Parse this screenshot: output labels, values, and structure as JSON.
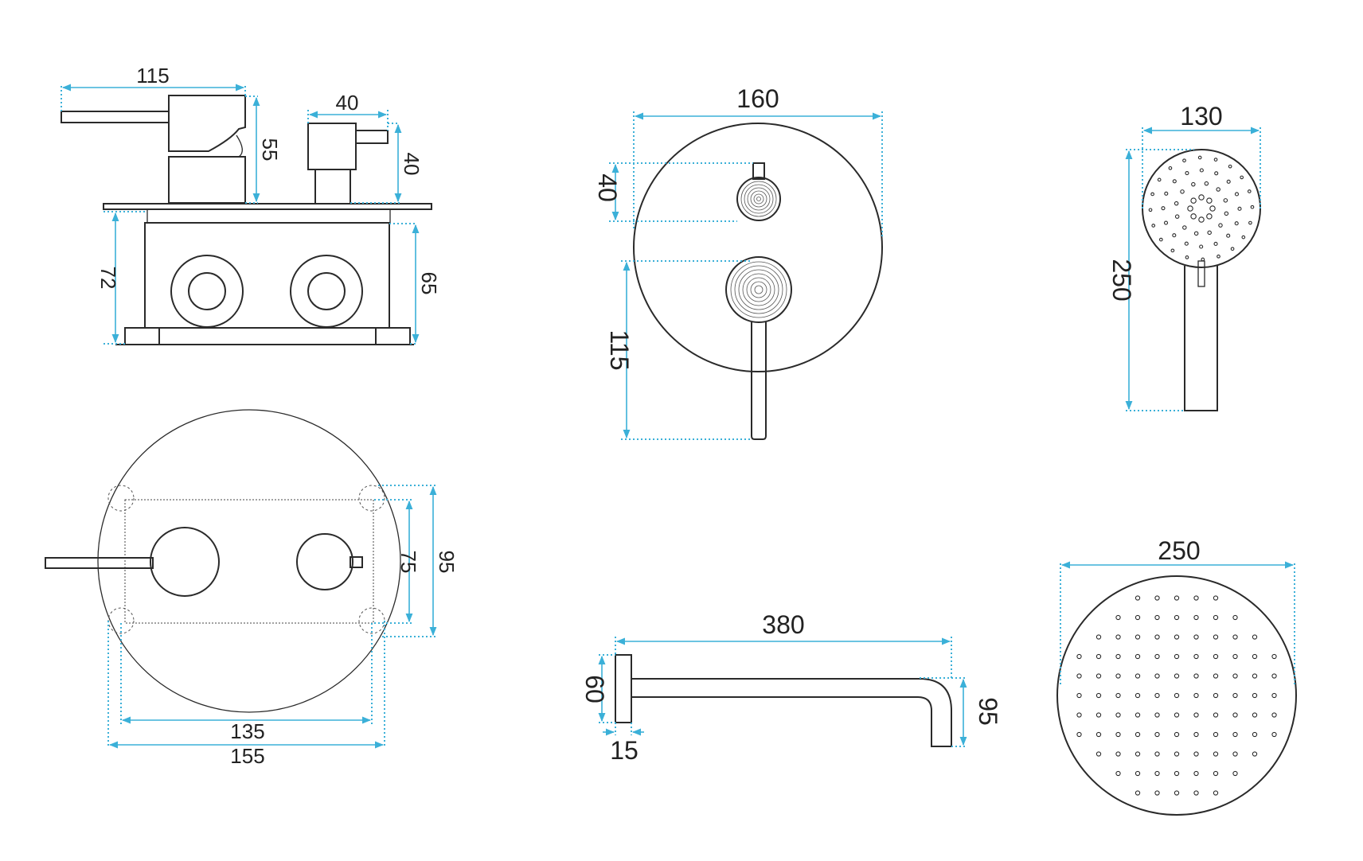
{
  "colors": {
    "outline": "#2a2a2a",
    "dimension": "#3bb0d8",
    "background": "#ffffff"
  },
  "mixer_side_view": {
    "dim_lever_length": "115",
    "dim_lever_height": "55",
    "dim_knob_width": "40",
    "dim_knob_height": "40",
    "dim_box_height_left": "72",
    "dim_box_height_right": "65"
  },
  "mixer_front_plate": {
    "dim_width": "160",
    "dim_knob_offset": "40",
    "dim_lever_drop": "115"
  },
  "hand_shower": {
    "dim_width": "130",
    "dim_length": "250"
  },
  "box_top_view": {
    "dim_inner_height": "75",
    "dim_outer_height": "95",
    "dim_inner_width": "135",
    "dim_outer_width": "155"
  },
  "shower_arm": {
    "dim_length": "380",
    "dim_flange_height": "60",
    "dim_flange_depth": "15",
    "dim_drop": "95"
  },
  "rain_head": {
    "dim_diameter": "250"
  }
}
